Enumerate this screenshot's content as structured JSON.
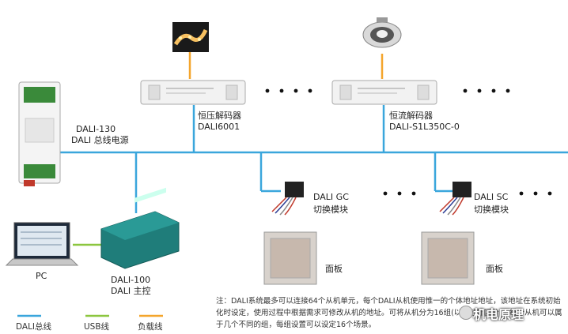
{
  "labels": {
    "psu_line1": "DALI-130",
    "psu_line2": "DALI 总线电源",
    "cv_line1": "恒压解码器",
    "cv_line2": "DALI6001",
    "cc_line1": "恒流解码器",
    "cc_line2": "DALI-S1L350C-0",
    "gc_line1": "DALI GC",
    "gc_line2": "切换模块",
    "sc_line1": "DALI SC",
    "sc_line2": "切换模块",
    "panel1": "面板",
    "panel2": "面板",
    "pc": "PC",
    "master_line1": "DALI-100",
    "master_line2": "DALI 主控"
  },
  "note": "注：DALI系统最多可以连接64个从机单元，每个DALI从机使用惟一的个体地址地址，该地址在系统初始化时设定，使用过程中根据需求可修改从机的地址。可将从机分为16组(以组地址区分)，每个从机可以属于几个不同的组，每组设置可以设定16个场景。",
  "legend": [
    {
      "label": "DALI总线",
      "color": "#3aa6dc"
    },
    {
      "label": "USB线",
      "color": "#8cc63f"
    },
    {
      "label": "负载线",
      "color": "#f4a52c"
    }
  ],
  "watermark": "机电原理",
  "colors": {
    "dali": "#3aa6dc",
    "usb": "#8cc63f",
    "load": "#f4a52c"
  }
}
